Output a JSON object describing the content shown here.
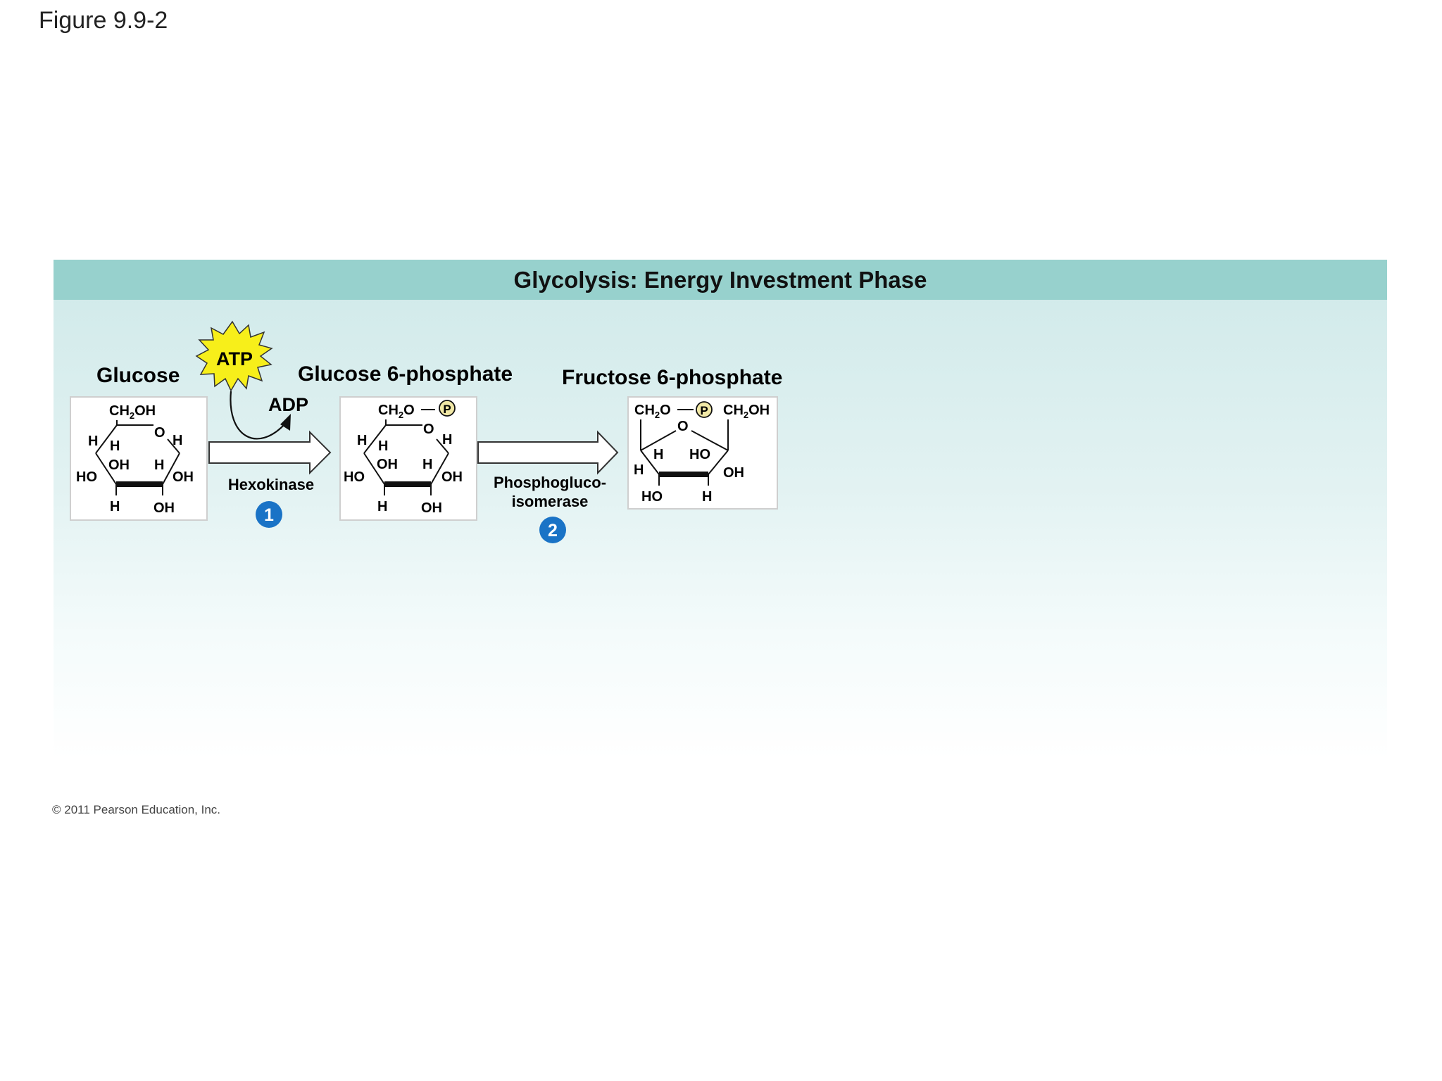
{
  "figure_label": "Figure 9.9-2",
  "panel": {
    "title": "Glycolysis: Energy Investment Phase",
    "header_color": "#97d1cd"
  },
  "molecules": {
    "glucose": {
      "name": "Glucose",
      "top": "CH",
      "top_sub": "2",
      "top_tail": "OH",
      "ring_o": "O",
      "h_left_outer": "H",
      "h_left_inner": "H",
      "h_right": "H",
      "oh_inner": "OH",
      "h_inner_right": "H",
      "ho_left": "HO",
      "oh_right": "OH",
      "h_bottom": "H",
      "oh_bottom": "OH"
    },
    "g6p": {
      "name": "Glucose 6-phosphate",
      "top": "CH",
      "top_sub": "2",
      "top_tail": "O",
      "phosphate": "P",
      "ring_o": "O",
      "h_left_outer": "H",
      "h_left_inner": "H",
      "h_right": "H",
      "oh_inner": "OH",
      "h_inner_right": "H",
      "ho_left": "HO",
      "oh_right": "OH",
      "h_bottom": "H",
      "oh_bottom": "OH"
    },
    "f6p": {
      "name": "Fructose 6-phosphate",
      "top_left": "CH",
      "top_left_sub": "2",
      "top_left_tail": "O",
      "phosphate": "P",
      "top_right": "CH",
      "top_right_sub": "2",
      "top_right_tail": "OH",
      "ring_o": "O",
      "h_left_inner": "H",
      "ho_inner": "HO",
      "h_left": "H",
      "oh_right": "OH",
      "ho_bottom": "HO",
      "h_bottom": "H"
    }
  },
  "atp": {
    "label": "ATP",
    "color": "#f7ef1a"
  },
  "adp": {
    "label": "ADP"
  },
  "steps": [
    {
      "enzyme": "Hexokinase",
      "number": "1"
    },
    {
      "enzyme_line1": "Phosphogluco-",
      "enzyme_line2": "isomerase",
      "number": "2"
    }
  ],
  "step_badge_color": "#1a73c6",
  "phosphate_color": "#f1e8a6",
  "copyright": "© 2011 Pearson Education, Inc."
}
